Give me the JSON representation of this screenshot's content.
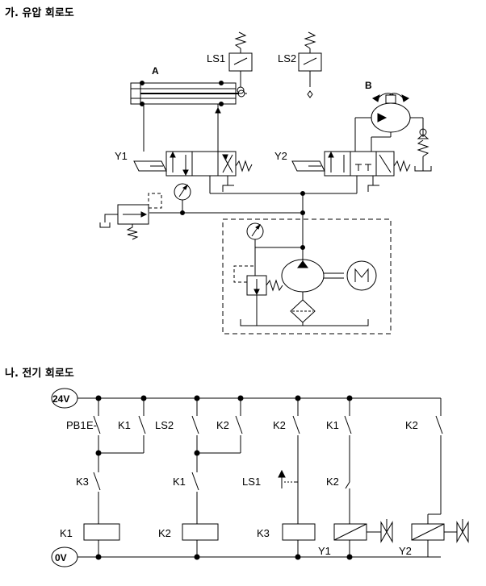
{
  "titles": {
    "hydraulic": "가. 유압 회로도",
    "electric": "나. 전기 회로도"
  },
  "hydraulic": {
    "cylinder_label": "A",
    "motor_label": "B",
    "limit_switch_1": "LS1",
    "limit_switch_2": "LS2",
    "solenoid_1": "Y1",
    "solenoid_2": "Y2"
  },
  "electric": {
    "supply_positive": "24V",
    "supply_negative": "0V",
    "contacts": {
      "pb1": "PB1",
      "k1_a": "K1",
      "ls2": "LS2",
      "k2_a": "K2",
      "k2_b": "K2",
      "k1_b": "K1",
      "k2_c": "K2",
      "k3": "K3",
      "k1_c": "K1",
      "ls1": "LS1",
      "k2_d": "K2"
    },
    "coils": {
      "k1": "K1",
      "k2": "K2",
      "k3": "K3",
      "y1": "Y1",
      "y2": "Y2"
    }
  }
}
